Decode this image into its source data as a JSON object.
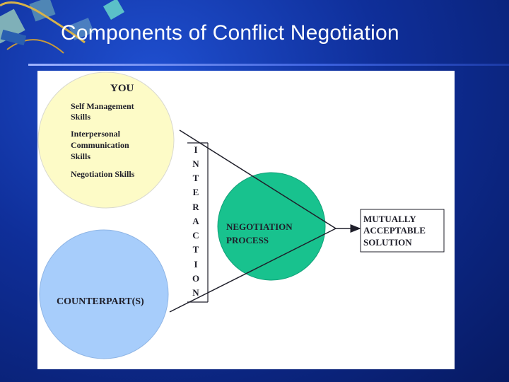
{
  "slide": {
    "title": "Components of Conflict Negotiation"
  },
  "diagram": {
    "you": {
      "heading": "YOU",
      "items": [
        "Self  Management",
        "Skills",
        "Interpersonal",
        "Communication",
        "Skills",
        "Negotiation Skills"
      ]
    },
    "counterpart": {
      "label": "COUNTERPART(S)"
    },
    "interaction_letters": [
      "I",
      "N",
      "T",
      "E",
      "R",
      "A",
      "C",
      "T",
      "I",
      "O",
      "N"
    ],
    "process": {
      "lines": [
        "NEGOTIATION",
        "PROCESS"
      ]
    },
    "solution": {
      "lines": [
        "MUTUALLY",
        "ACCEPTABLE",
        "SOLUTION"
      ]
    },
    "colors": {
      "you_circle": "#fdfbc7",
      "counterpart_circle": "#a7cdfb",
      "process_circle": "#18c28e",
      "text": "#1f1f2a",
      "background": "#0f2f9a"
    }
  }
}
